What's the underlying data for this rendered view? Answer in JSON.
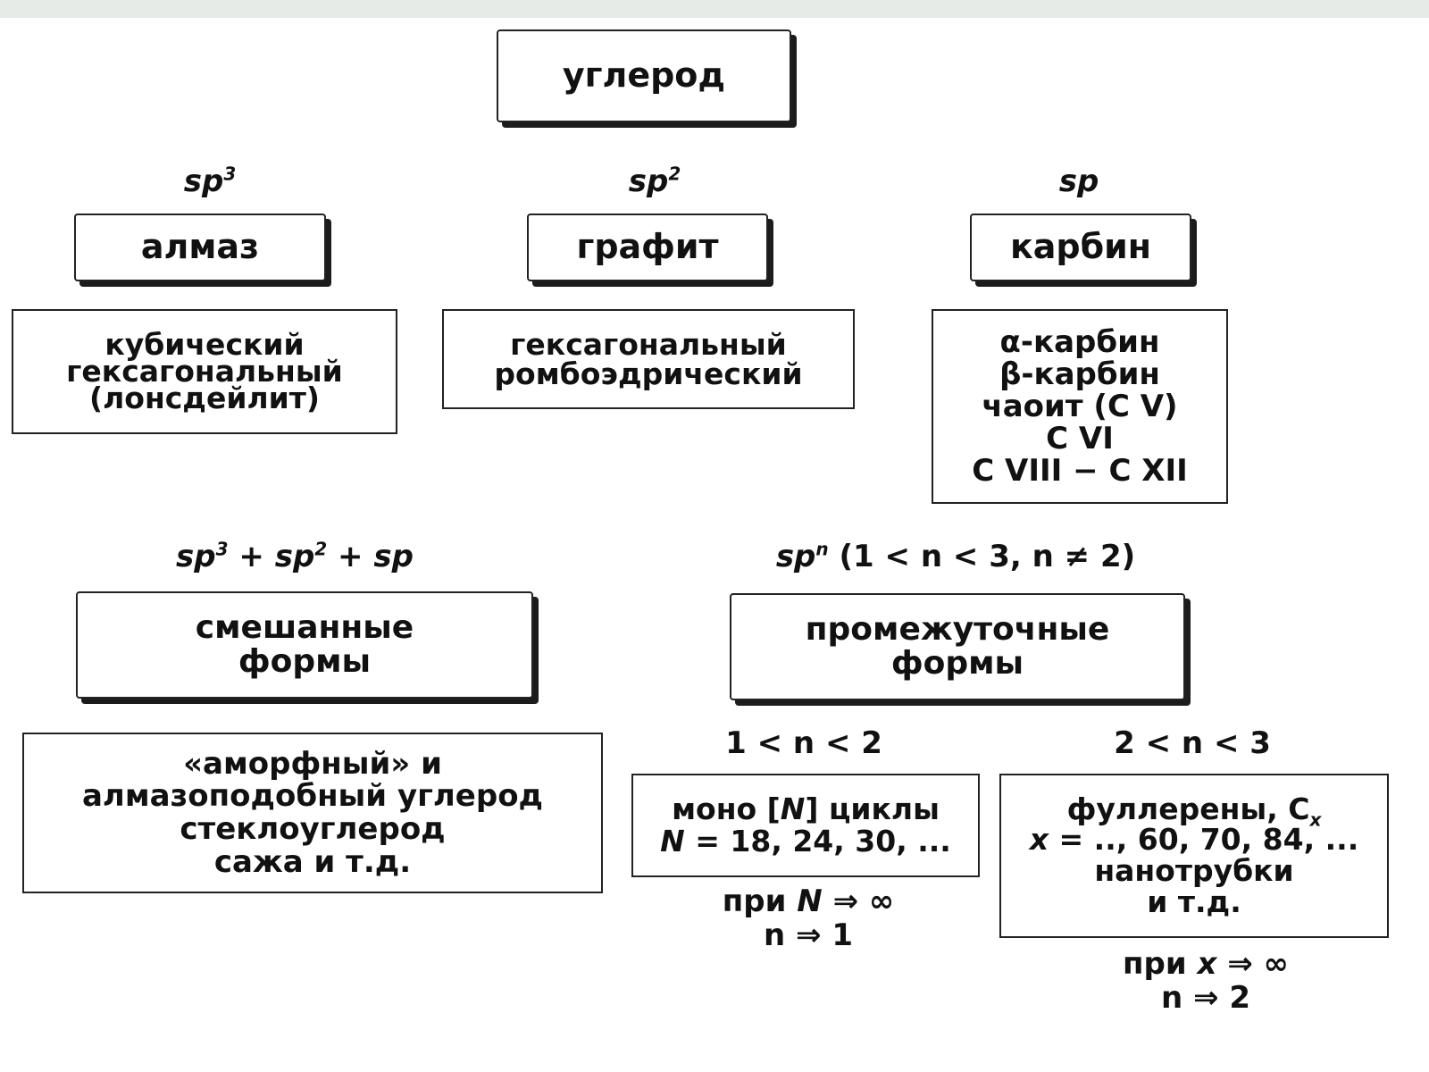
{
  "root": {
    "title": "углерод"
  },
  "sp3_group": {
    "label_base": "sp",
    "label_sup": "3",
    "box_title": "алмаз",
    "forms": [
      "кубический",
      "гексагональный",
      "(лонсдейлит)"
    ]
  },
  "sp2_group": {
    "label_base": "sp",
    "label_sup": "2",
    "box_title": "графит",
    "forms": [
      "гексагональный",
      "ромбоэдрический"
    ]
  },
  "sp_group": {
    "label_base": "sp",
    "box_title": "карбин",
    "forms": [
      "α-карбин",
      "β-карбин",
      "чаоит (C V)",
      "C VI",
      "C VIII − C XII"
    ]
  },
  "mixed": {
    "label_sp": "sp",
    "label_sup3": "3",
    "label_plus1": " + ",
    "label_sup2": "2",
    "label_plus2": " + ",
    "box_lines": [
      "смешанные",
      "формы"
    ],
    "forms": [
      "«аморфный» и",
      "алмазоподобный углерод",
      "стеклоуглерод",
      "сажа и т.д."
    ]
  },
  "intermediate": {
    "label_base": "sp",
    "label_sup": "n",
    "label_condition": " (1 < n < 3, n ≠ 2)",
    "box_lines": [
      "промежуточные",
      "формы"
    ],
    "left": {
      "condition": "1 < n < 2",
      "line1_pre": "моно [",
      "line1_var": "N",
      "line1_post": "] циклы",
      "line2_var": "N",
      "line2_post": " = 18, 24, 30, ...",
      "note1_pre": "при ",
      "note1_var": "N",
      "note1_post": " ⇒ ∞",
      "note2": "n ⇒ 1"
    },
    "right": {
      "condition": "2 < n < 3",
      "line1_pre": "фуллерены, C",
      "line1_sub": "x",
      "line2_var": "x",
      "line2_post": " = .., 60, 70, 84, ...",
      "line3": "нанотрубки",
      "line4": "и т.д.",
      "note1_pre": "при ",
      "note1_var": "x",
      "note1_post": " ⇒ ∞",
      "note2": "n ⇒ 2"
    }
  }
}
